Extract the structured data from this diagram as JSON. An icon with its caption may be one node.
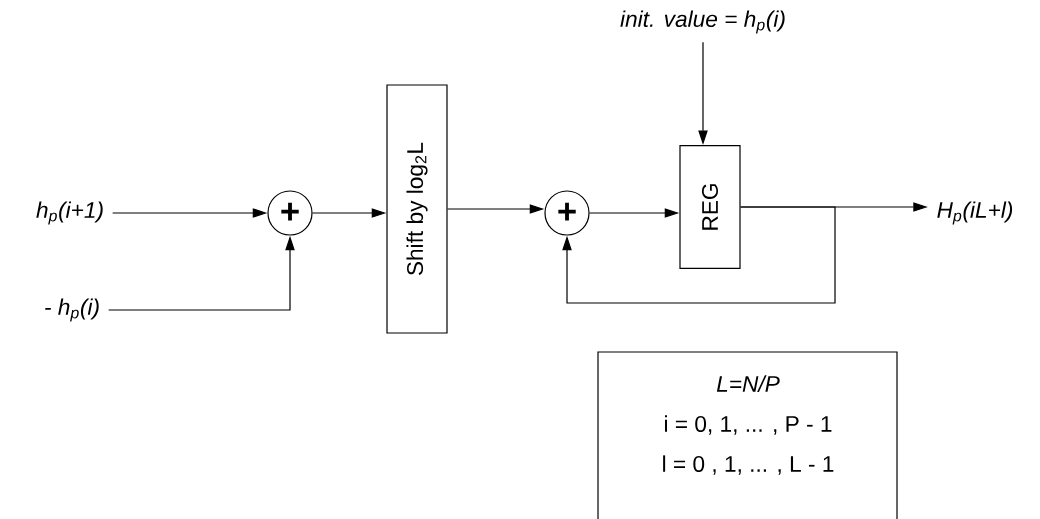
{
  "diagram": {
    "nodes": [
      {
        "text": [
          "h$_{p}$(i+1)"
        ]
      },
      {
        "text": [
          "- h$_{p}$(i)"
        ]
      },
      {
        "text": [
          "+"
        ]
      },
      {
        "text": [
          "Shift by log$_{2}$L"
        ]
      },
      {
        "text": [
          "+"
        ]
      },
      {
        "text": [
          "init. value = h$_{p}$(i)"
        ]
      },
      {
        "text": [
          "REG"
        ]
      },
      {
        "text": [
          "H$_{p}$(iL+l)"
        ]
      },
      {
        "text": [
          "L=N/P",
          "i = 0, 1, ... , P - 1",
          "l = 0 , 1, ... , L - 1"
        ]
      }
    ],
    "edges": [
      {
        "from": 0,
        "to": 2,
        "arrow": "to"
      },
      {
        "from": 1,
        "to": 2,
        "arrow": "to"
      },
      {
        "from": 2,
        "to": 3,
        "arrow": "to"
      },
      {
        "from": 3,
        "to": 4,
        "arrow": "to"
      },
      {
        "from": 4,
        "to": 6,
        "arrow": "to"
      },
      {
        "from": 5,
        "to": 6,
        "arrow": "to"
      },
      {
        "from": 6,
        "to": 7,
        "arrow": "to"
      },
      {
        "from": 6,
        "to": 4,
        "arrow": "to"
      }
    ]
  }
}
